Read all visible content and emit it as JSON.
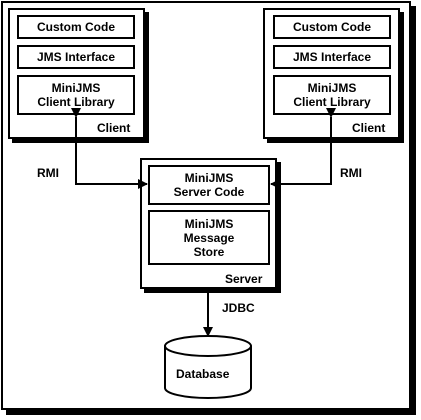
{
  "client_left": {
    "custom_code": "Custom Code",
    "jms_interface": "JMS Interface",
    "client_library": "MiniJMS\nClient Library",
    "container_label": "Client"
  },
  "client_right": {
    "custom_code": "Custom Code",
    "jms_interface": "JMS Interface",
    "client_library": "MiniJMS\nClient Library",
    "container_label": "Client"
  },
  "server": {
    "server_code": "MiniJMS\nServer Code",
    "message_store": "MiniJMS\nMessage\nStore",
    "container_label": "Server"
  },
  "connections": {
    "rmi_left": "RMI",
    "rmi_right": "RMI",
    "jdbc": "JDBC"
  },
  "database": {
    "label": "Database"
  }
}
